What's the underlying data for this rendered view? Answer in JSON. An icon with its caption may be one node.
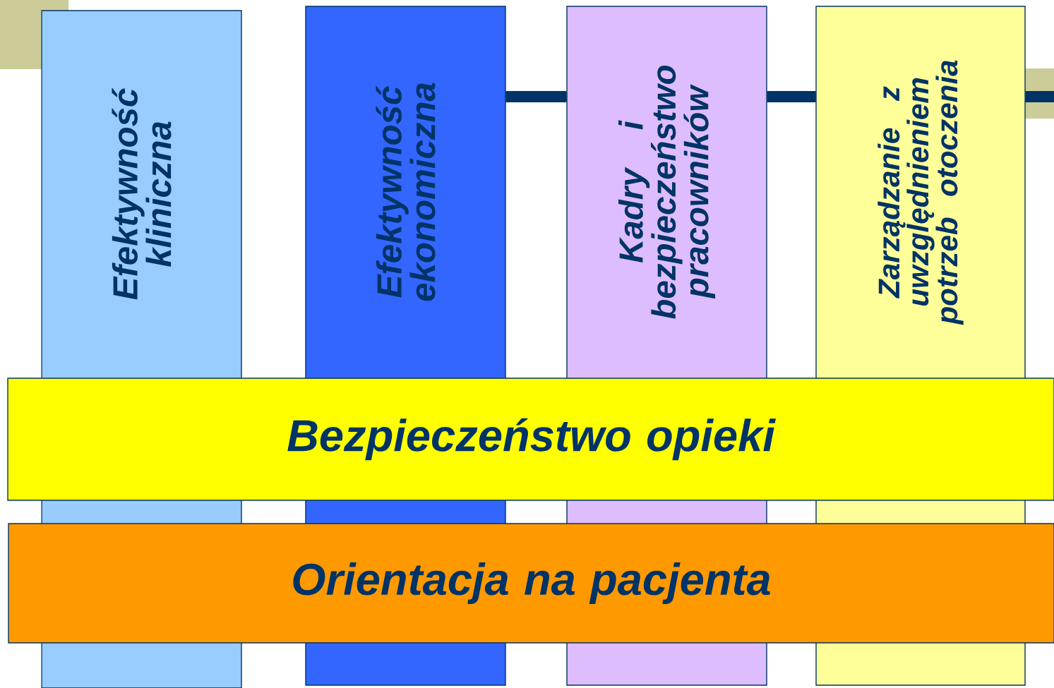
{
  "diagram": {
    "nodes": [
      {
        "text": [
          "Efektywność kliniczna"
        ]
      },
      {
        "text": [
          "Efektywność ekonomiczna"
        ]
      },
      {
        "text": [
          "Kadry i bezpieczeństwo pracowników"
        ]
      },
      {
        "text": [
          "Zarządzanie z uwzględnieniem potrzeb otoczenia"
        ]
      },
      {
        "text": [
          "Bezpieczeństwo opieki"
        ]
      },
      {
        "text": [
          "Orientacja na pacjenta"
        ]
      }
    ],
    "edges": [
      {
        "from": 1,
        "to": 2,
        "arrow": "none"
      },
      {
        "from": 2,
        "to": 3,
        "arrow": "none"
      },
      {
        "from": 3,
        "to": null,
        "arrow": "none"
      }
    ]
  }
}
